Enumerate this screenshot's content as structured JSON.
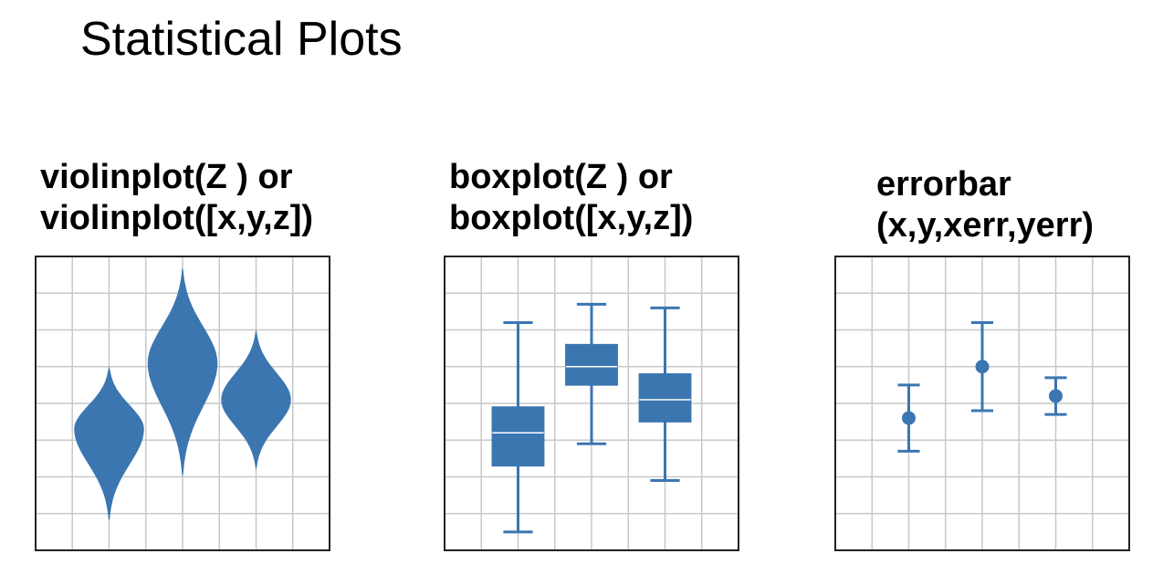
{
  "title": "Statistical Plots",
  "colors": {
    "mark": "#3b76b1",
    "grid": "#c8c8c8",
    "frame": "#222222",
    "median": "#ffffff"
  },
  "panels": [
    {
      "id": "violin",
      "label_lines": [
        "violinplot(Z ) or",
        "violinplot([x,y,z])"
      ],
      "function": "violinplot",
      "grid": {
        "cols": 8,
        "rows": 8
      },
      "violins": [
        {
          "center": 2,
          "top": 5.0,
          "bottom": 0.8,
          "mode": 3.3,
          "max_half_width": 0.95
        },
        {
          "center": 4,
          "top": 7.7,
          "bottom": 2.0,
          "mode": 5.1,
          "max_half_width": 0.95
        },
        {
          "center": 6,
          "top": 6.0,
          "bottom": 2.2,
          "mode": 4.1,
          "max_half_width": 0.95
        }
      ]
    },
    {
      "id": "box",
      "label_lines": [
        "boxplot(Z ) or",
        "boxplot([x,y,z])"
      ],
      "function": "boxplot",
      "grid": {
        "cols": 8,
        "rows": 8
      },
      "boxes": [
        {
          "center": 2,
          "whisker_low": 0.5,
          "q1": 2.3,
          "median": 3.2,
          "q3": 3.9,
          "whisker_high": 6.2
        },
        {
          "center": 4,
          "whisker_low": 2.9,
          "q1": 4.5,
          "median": 5.0,
          "q3": 5.6,
          "whisker_high": 6.7
        },
        {
          "center": 6,
          "whisker_low": 1.9,
          "q1": 3.5,
          "median": 4.1,
          "q3": 4.8,
          "whisker_high": 6.6
        }
      ]
    },
    {
      "id": "errorbar",
      "label_lines": [
        "errorbar",
        "(x,y,xerr,yerr)"
      ],
      "function": "errorbar",
      "grid": {
        "cols": 8,
        "rows": 8
      },
      "points": [
        {
          "x": 2,
          "y": 3.6,
          "yerr_low": 0.9,
          "yerr_high": 0.9
        },
        {
          "x": 4,
          "y": 5.0,
          "yerr_low": 1.2,
          "yerr_high": 1.2
        },
        {
          "x": 6,
          "y": 4.2,
          "yerr_low": 0.5,
          "yerr_high": 0.5
        }
      ]
    }
  ]
}
